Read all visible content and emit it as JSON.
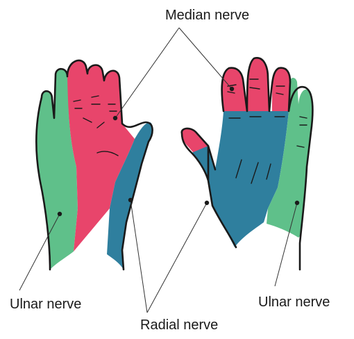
{
  "labels": {
    "median": "Median nerve",
    "ulnar_left": "Ulnar nerve",
    "ulnar_right": "Ulnar nerve",
    "radial": "Radial nerve"
  },
  "colors": {
    "median": "#e8456b",
    "ulnar": "#5fc08a",
    "radial": "#2f7f9e",
    "outline": "#1a1a1a"
  }
}
